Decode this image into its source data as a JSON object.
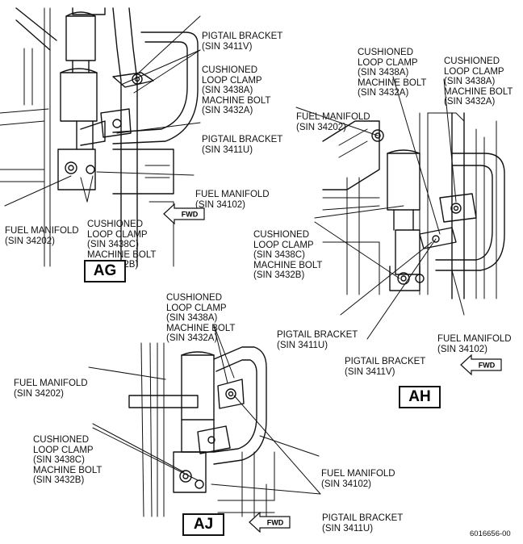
{
  "views": {
    "ag": {
      "id": "AG",
      "labels": {
        "pigtail_bracket": [
          "PIGTAIL BRACKET",
          "(SIN 3411V)"
        ],
        "cushioned_clamp_a": [
          "CUSHIONED",
          "LOOP CLAMP",
          "(SIN 3438A)",
          "MACHINE BOLT",
          "(SIN 3432A)"
        ],
        "pigtail_bracket_u": [
          "PIGTAIL BRACKET",
          "(SIN 3411U)"
        ],
        "fuel_manifold_102": [
          "FUEL MANIFOLD",
          "(SIN 34102)"
        ],
        "fuel_manifold_202": [
          "FUEL MANIFOLD",
          "(SIN 34202)"
        ],
        "cushioned_clamp_c": [
          "CUSHIONED",
          "LOOP CLAMP",
          "(SIN 3438C)",
          "MACHINE BOLT",
          "(SIN 3432B)"
        ]
      },
      "fwd": "FWD"
    },
    "ah": {
      "id": "AH",
      "labels": {
        "cushioned_clamp_a1": [
          "CUSHIONED",
          "LOOP CLAMP",
          "(SIN 3438A)",
          "MACHINE BOLT",
          "(SIN 3432A)"
        ],
        "cushioned_clamp_a2": [
          "CUSHIONED",
          "LOOP CLAMP",
          "(SIN 3438A)",
          "MACHINE BOLT",
          "(SIN 3432A)"
        ],
        "fuel_manifold_202": [
          "FUEL MANIFOLD",
          "(SIN 34202)"
        ],
        "cushioned_clamp_c": [
          "CUSHIONED",
          "LOOP CLAMP",
          "(SIN 3438C)",
          "MACHINE BOLT",
          "(SIN 3432B)"
        ],
        "pigtail_bracket_u": [
          "PIGTAIL BRACKET",
          "(SIN 3411U)"
        ],
        "fuel_manifold_102": [
          "FUEL MANIFOLD",
          "(SIN 34102)"
        ],
        "pigtail_bracket_v": [
          "PIGTAIL BRACKET",
          "(SIN 3411V)"
        ]
      },
      "fwd": "FWD"
    },
    "aj": {
      "id": "AJ",
      "labels": {
        "cushioned_clamp_a": [
          "CUSHIONED",
          "LOOP CLAMP",
          "(SIN 3438A)",
          "MACHINE BOLT",
          "(SIN 3432A)"
        ],
        "fuel_manifold_202": [
          "FUEL MANIFOLD",
          "(SIN 34202)"
        ],
        "cushioned_clamp_c": [
          "CUSHIONED",
          "LOOP CLAMP",
          "(SIN 3438C)",
          "MACHINE BOLT",
          "(SIN 3432B)"
        ],
        "fuel_manifold_102": [
          "FUEL MANIFOLD",
          "(SIN 34102)"
        ],
        "pigtail_bracket": [
          "PIGTAIL BRACKET",
          "(SIN 3411U)"
        ]
      },
      "fwd": "FWD"
    }
  },
  "document_number": "6016656-00"
}
